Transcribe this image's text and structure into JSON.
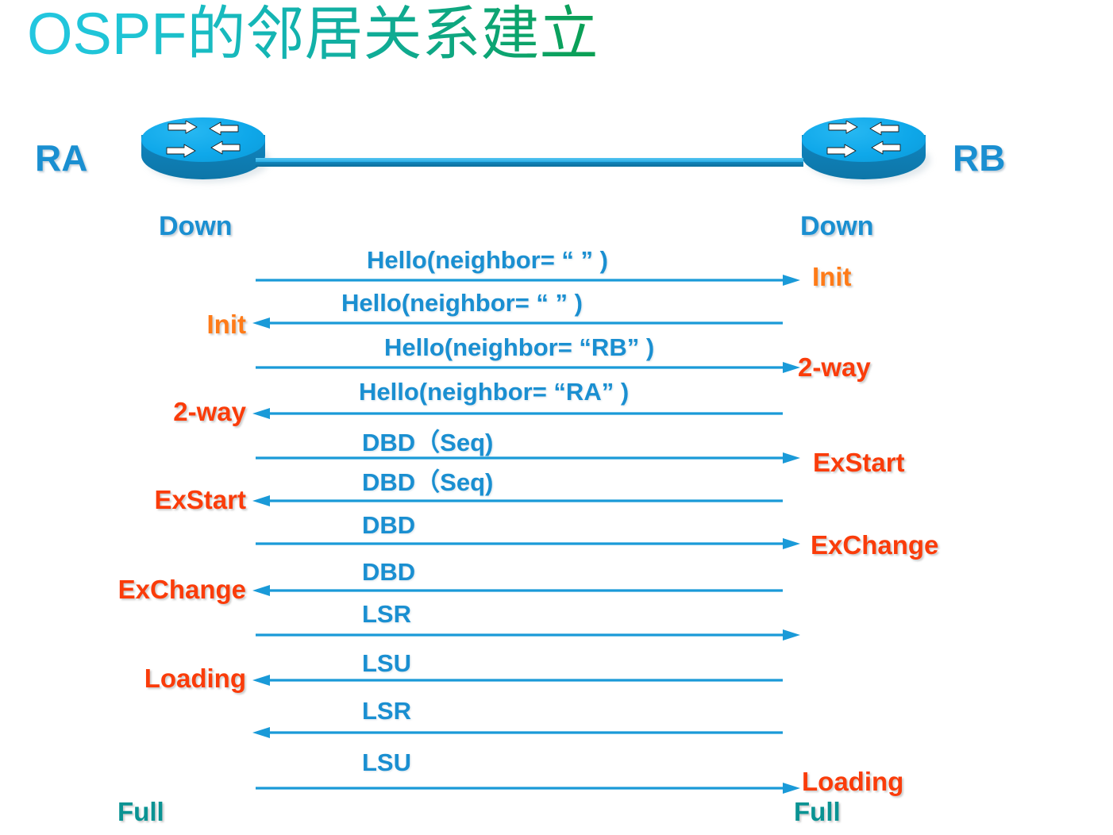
{
  "slide": {
    "title": "OSPF的邻居关系建立",
    "background_color": "#ffffff"
  },
  "colors": {
    "title_gradient_start": "#23c6e0",
    "title_gradient_end": "#0a9f52",
    "router_blue": "#0fa8ea",
    "router_body_blue": "#0d76a8",
    "message_blue": "#1a8fd1",
    "state_init_orange": "#ff7b18",
    "state_red": "#fa3c0a",
    "state_full_teal": "#0a9393",
    "arrow_line": "#1a9ad8"
  },
  "routers": {
    "left": {
      "name": "RA",
      "icon": "router-icon",
      "initial_state": "Down"
    },
    "right": {
      "name": "RB",
      "icon": "router-icon",
      "initial_state": "Down"
    }
  },
  "messages": [
    {
      "id": 1,
      "label": "Hello(neighbor= “ ” )",
      "direction": "right"
    },
    {
      "id": 2,
      "label": "Hello(neighbor= “ ” )",
      "direction": "left"
    },
    {
      "id": 3,
      "label": "Hello(neighbor= “RB” )",
      "direction": "right"
    },
    {
      "id": 4,
      "label": "Hello(neighbor= “RA” )",
      "direction": "left"
    },
    {
      "id": 5,
      "label": "DBD（Seq)",
      "direction": "right"
    },
    {
      "id": 6,
      "label": "DBD（Seq)",
      "direction": "left"
    },
    {
      "id": 7,
      "label": "DBD",
      "direction": "right"
    },
    {
      "id": 8,
      "label": "DBD",
      "direction": "left"
    },
    {
      "id": 9,
      "label": "LSR",
      "direction": "right"
    },
    {
      "id": 10,
      "label": "LSU",
      "direction": "left"
    },
    {
      "id": 11,
      "label": "LSR",
      "direction": "left"
    },
    {
      "id": 12,
      "label": "LSU",
      "direction": "right"
    }
  ],
  "left_states": [
    {
      "label": "Down",
      "color_role": "blue"
    },
    {
      "label": "Init",
      "color_role": "init"
    },
    {
      "label": "2-way",
      "color_role": "red"
    },
    {
      "label": "ExStart",
      "color_role": "red"
    },
    {
      "label": "ExChange",
      "color_role": "red"
    },
    {
      "label": "Loading",
      "color_role": "red"
    },
    {
      "label": "Full",
      "color_role": "full"
    }
  ],
  "right_states": [
    {
      "label": "Down",
      "color_role": "blue"
    },
    {
      "label": "Init",
      "color_role": "init"
    },
    {
      "label": "2-way",
      "color_role": "red"
    },
    {
      "label": "ExStart",
      "color_role": "red"
    },
    {
      "label": "ExChange",
      "color_role": "red"
    },
    {
      "label": "Loading",
      "color_role": "red"
    },
    {
      "label": "Full",
      "color_role": "full"
    }
  ]
}
